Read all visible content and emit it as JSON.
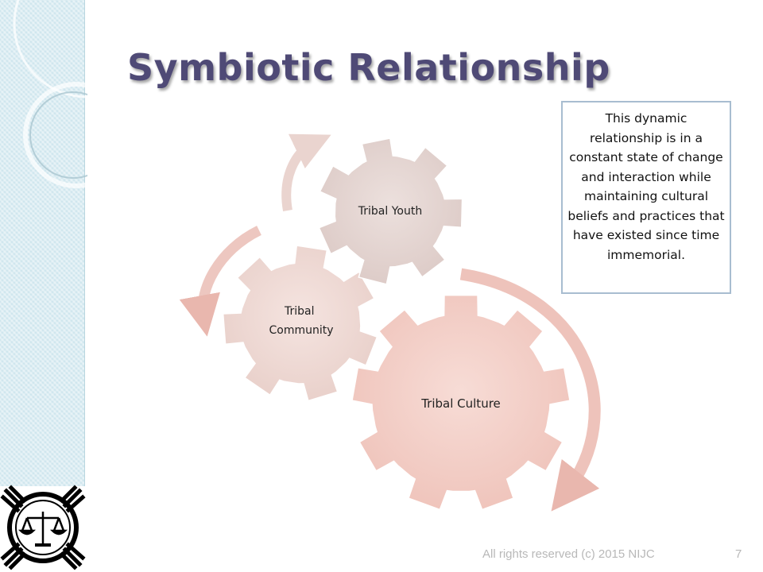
{
  "slide": {
    "title": "Symbiotic Relationship",
    "callout": "This dynamic relationship is in a constant state of change and interaction while maintaining cultural beliefs and practices that have existed since time immemorial.",
    "footer": "All rights reserved (c) 2015 NIJC",
    "page_number": "7"
  },
  "diagram": {
    "gears": [
      {
        "label": "Tribal Culture",
        "color": "#f1cdc6"
      },
      {
        "label": "Tribal Community",
        "color": "#ecd7d2"
      },
      {
        "label": "Tribal Youth",
        "color": "#e2d2ce"
      }
    ],
    "arrow_color": "#e9b7ae"
  }
}
